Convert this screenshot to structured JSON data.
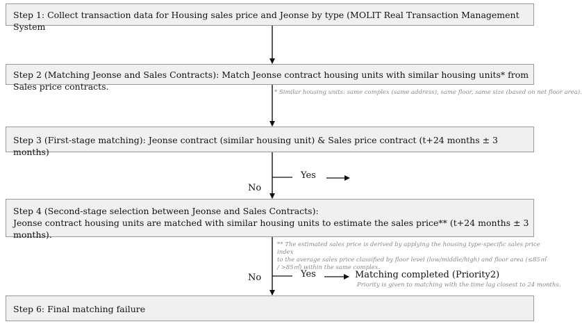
{
  "steps": {
    "step1": "Step 1: Collect transaction data for Housing sales price and Jeonse by type (MOLIT Real Transaction Management System",
    "step2": "Step 2 (Matching Jeonse and Sales Contracts): Match Jeonse contract housing units with similar housing units* from Sales price contracts.",
    "step3": "Step 3 (First-stage matching): Jeonse contract (similar housing unit) & Sales price contract (t+24 months ± 3 months)",
    "step4_line1": "Step 4 (Second-stage selection between Jeonse and Sales Contracts):",
    "step4_line2": "Jeonse contract housing units are matched with similar housing units to estimate the sales price** (t+24 months ± 3 months).",
    "step6": "Step 6: Final matching failure"
  },
  "notes": {
    "similar_units": "* Similar housing units: same complex (same address), same floor, same size (based on net floor area).",
    "estimated_line1": "** The estimated sales price is derived by applying the housing type-specific sales price index",
    "estimated_line2": "to the average sales price classified by floor level (low/middle/high) and floor area (≤85㎡",
    "estimated_line3": "/ >85㎡) within the same complex.",
    "priority": "Priority is given to matching with the time lag closest to 24 months."
  },
  "branches": {
    "yes1": "Yes",
    "no1": "No",
    "yes2": "Yes",
    "no2": "No",
    "matching_completed": "Matching completed (Priority2)"
  }
}
